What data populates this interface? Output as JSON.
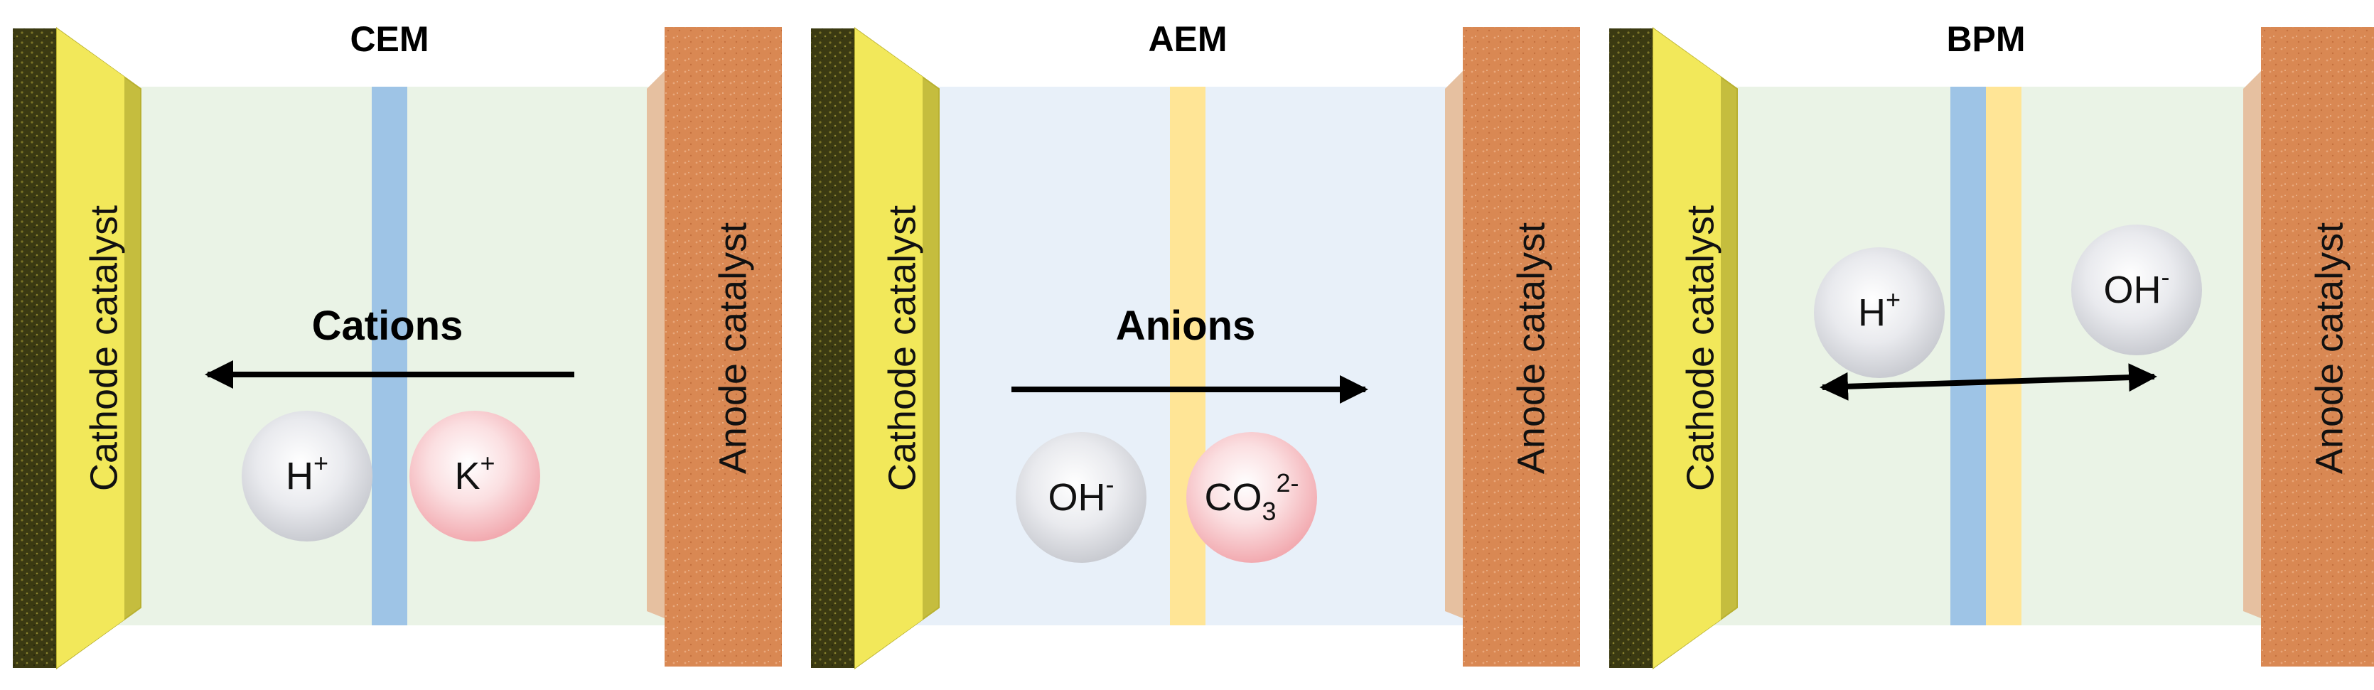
{
  "panels": [
    {
      "title": "CEM",
      "cathode_label": "Cathode catalyst",
      "anode_label": "Anode catalyst",
      "flow_label": "Cations",
      "arrow_direction": "left",
      "background_color": "#eaf3e6",
      "membrane_colors": [
        "#9ec4e6"
      ],
      "ions": [
        {
          "text": "H",
          "sup": "+",
          "color": "gray"
        },
        {
          "text": "K",
          "sup": "+",
          "color": "pink"
        }
      ]
    },
    {
      "title": "AEM",
      "cathode_label": "Cathode catalyst",
      "anode_label": "Anode catalyst",
      "flow_label": "Anions",
      "arrow_direction": "right",
      "background_color": "#e8f0f9",
      "membrane_colors": [
        "#ffe596"
      ],
      "ions": [
        {
          "text": "OH",
          "sup": "-",
          "color": "gray"
        },
        {
          "text": "CO",
          "sub": "3",
          "sup": "2-",
          "color": "pink"
        }
      ]
    },
    {
      "title": "BPM",
      "cathode_label": "Cathode catalyst",
      "anode_label": "Anode catalyst",
      "flow_label": "",
      "arrow_direction": "both",
      "background_color": "#eaf3e6",
      "membrane_colors": [
        "#9ec4e6",
        "#ffe596"
      ],
      "ions": [
        {
          "text": "H",
          "sup": "+",
          "color": "gray"
        },
        {
          "text": "OH",
          "sup": "-",
          "color": "gray"
        }
      ]
    }
  ],
  "colors": {
    "catalyst_dark": "#3c3a10",
    "catalyst_yellow": "#f2e85a",
    "anode_orange": "#d98a5a",
    "ion_gray": "#d8d9dd",
    "ion_pink": "#f7c3c6"
  }
}
